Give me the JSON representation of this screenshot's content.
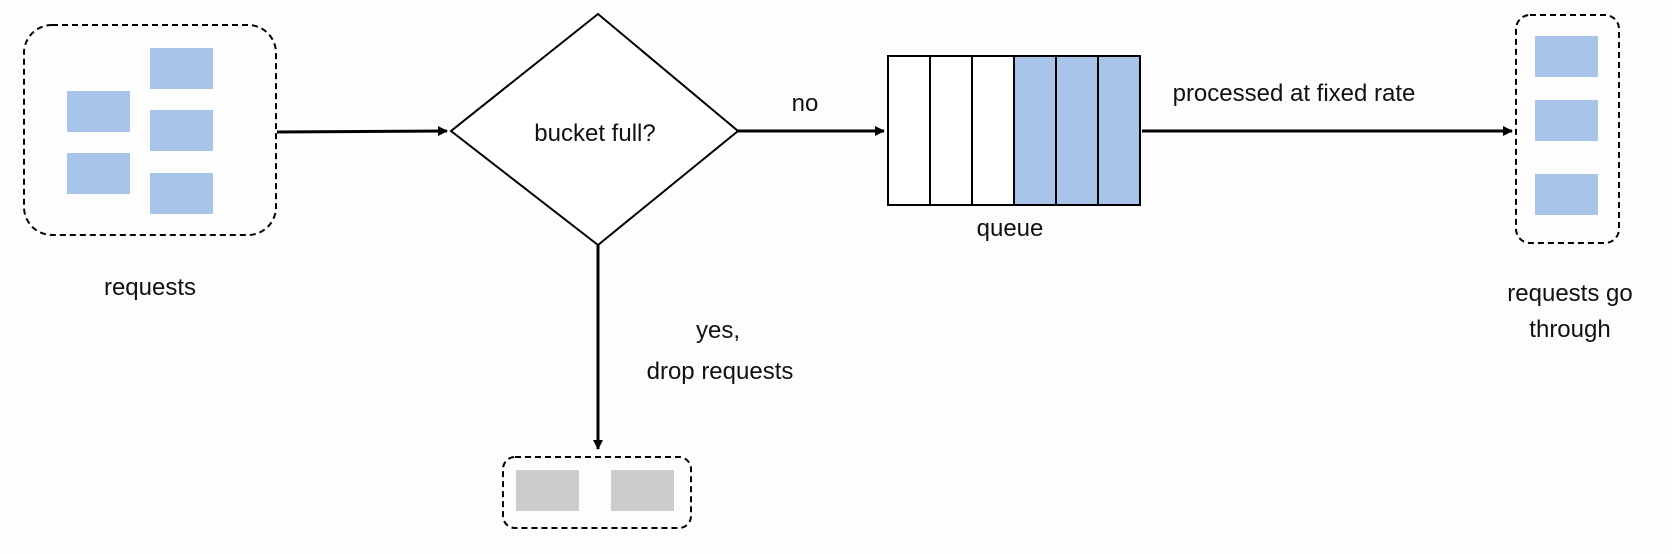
{
  "colors": {
    "background": "#fdfdfd",
    "request_fill": "#a8c4e8",
    "dropped_fill": "#cccccc",
    "stroke": "#000000",
    "text": "#111111"
  },
  "labels": {
    "requests": "requests",
    "decision": "bucket full?",
    "no_branch": "no",
    "yes_branch_line1": "yes,",
    "yes_branch_line2": "drop requests",
    "queue": "queue",
    "processed": "processed at fixed rate",
    "go_through_line1": "requests go",
    "go_through_line2": "through"
  },
  "queue": {
    "total_slots": 6,
    "filled_slots": 3
  }
}
